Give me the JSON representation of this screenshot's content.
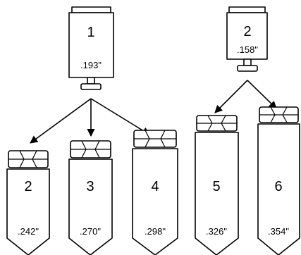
{
  "pins": [
    {
      "label": "1",
      "measure": ".193\""
    },
    {
      "label": "2",
      "measure": ".158\""
    }
  ],
  "tumblers": [
    {
      "label": "2",
      "measure": ".242\""
    },
    {
      "label": "3",
      "measure": ".270\""
    },
    {
      "label": "4",
      "measure": ".298\""
    },
    {
      "label": "5",
      "measure": ".326\""
    },
    {
      "label": "6",
      "measure": ".354\""
    }
  ]
}
